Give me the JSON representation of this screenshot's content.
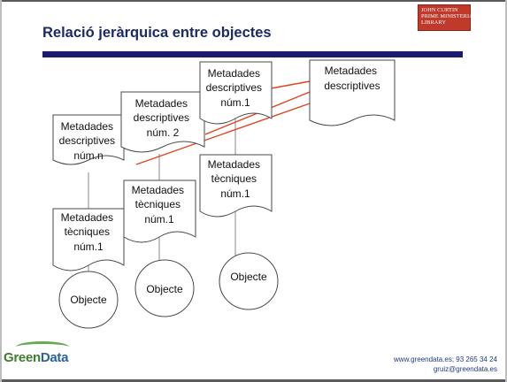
{
  "slide": {
    "title": "Relació jeràrquica entre objectes"
  },
  "logos": {
    "library_lines": [
      "JOHN CURTIN",
      "PRIME MINISTERIAL",
      "LIBRARY"
    ],
    "greendata_part1": "Green",
    "greendata_part2": "Data"
  },
  "footer": {
    "line1": "www.greendata.es; 93 265 34 24",
    "line2": "gruiz@greendata.es"
  },
  "colors": {
    "title": "#1a2a66",
    "rule": "#1a1a6e",
    "link_line": "#e0451f",
    "library_logo": "#c0392b"
  },
  "diagram": {
    "descriptive_docs": [
      {
        "label": "Metadades descriptives núm.n"
      },
      {
        "label": "Metadades descriptives núm. 2"
      },
      {
        "label": "Metadades descriptives núm.1"
      },
      {
        "label": "Metadades descriptives"
      }
    ],
    "technical_docs": [
      {
        "label": "Metadades tècniques núm.1"
      },
      {
        "label": "Metadades tècniques núm.1"
      },
      {
        "label": "Metadades tècniques núm.1"
      }
    ],
    "objects": [
      {
        "label": "Objecte"
      },
      {
        "label": "Objecte"
      },
      {
        "label": "Objecte"
      }
    ]
  }
}
